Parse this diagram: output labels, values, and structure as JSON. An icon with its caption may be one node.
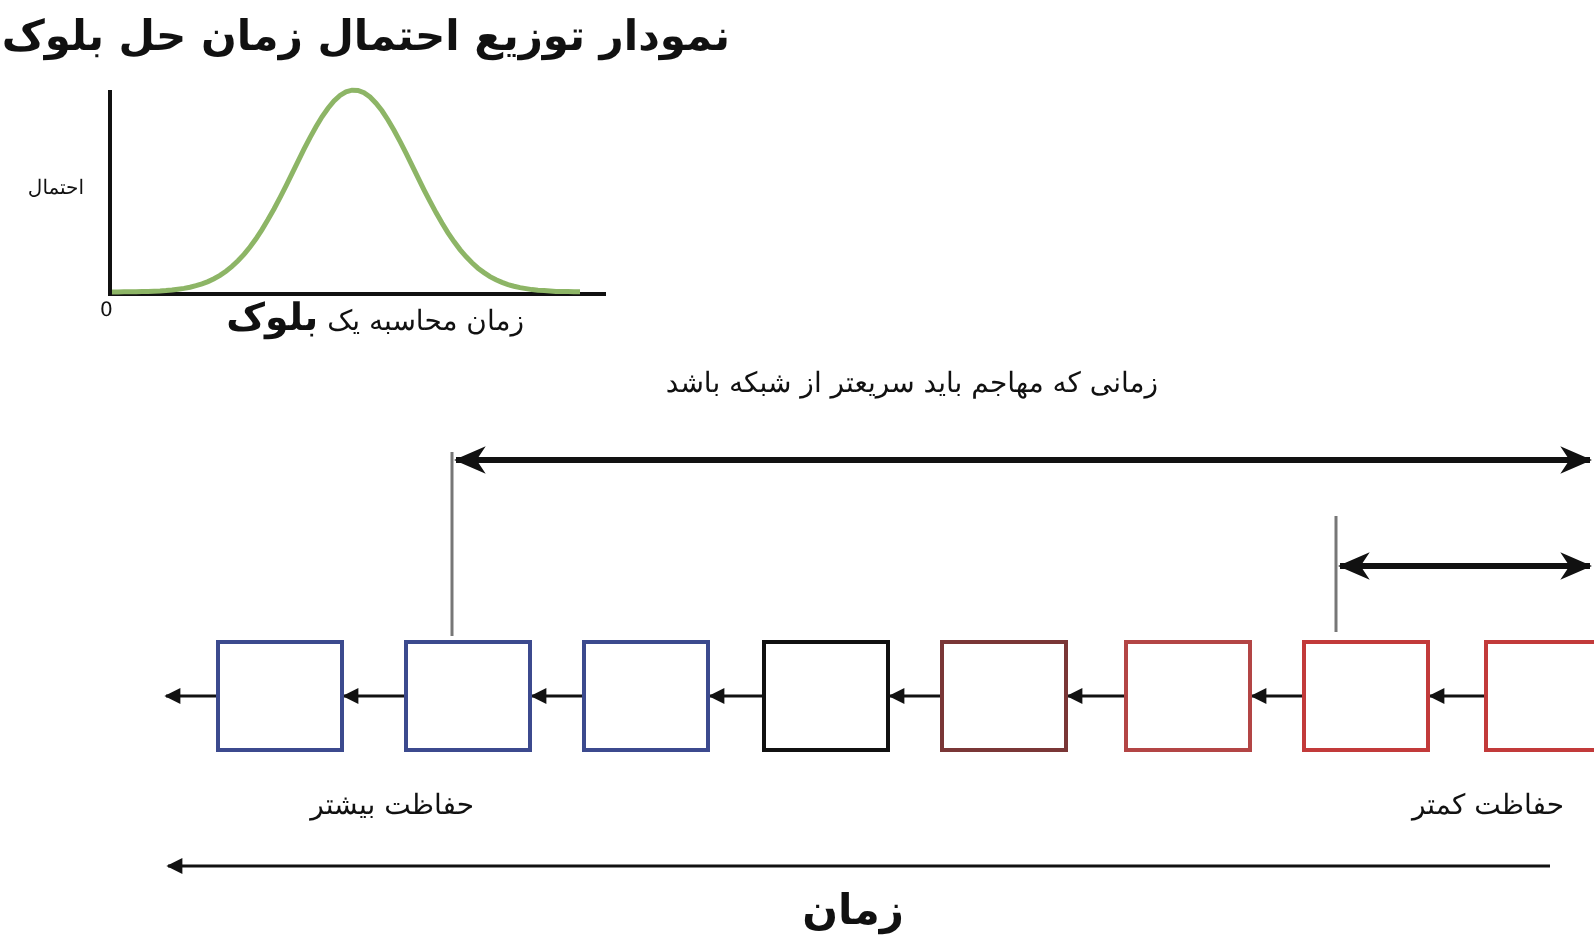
{
  "diagram": {
    "title": "نمودار توزیع احتمال زمان حل بلوک",
    "nodes": [
      {
        "text": [],
        "shape": "box"
      },
      {
        "text": [],
        "shape": "box"
      },
      {
        "text": [],
        "shape": "box"
      },
      {
        "text": [],
        "shape": "box"
      },
      {
        "text": [],
        "shape": "box"
      },
      {
        "text": [],
        "shape": "box"
      },
      {
        "text": [],
        "shape": "box"
      },
      {
        "text": [],
        "shape": "box"
      }
    ],
    "edges": [
      {
        "from": 0,
        "to": null,
        "arrow": "to"
      },
      {
        "from": 1,
        "to": 0,
        "arrow": "to"
      },
      {
        "from": 2,
        "to": 1,
        "arrow": "to"
      },
      {
        "from": 3,
        "to": 2,
        "arrow": "to"
      },
      {
        "from": 4,
        "to": 3,
        "arrow": "to"
      },
      {
        "from": 5,
        "to": 4,
        "arrow": "to"
      },
      {
        "from": 6,
        "to": 5,
        "arrow": "to"
      },
      {
        "from": 7,
        "to": 6,
        "arrow": "to"
      }
    ],
    "labels": [
      "احتمال",
      "0",
      "زمان محاسبه یک **بلوک**",
      "زمانی که مهاجم باید سریعتر از شبکه باشد",
      "حفاظت بیشتر",
      "حفاظت کمتر",
      "زمان"
    ]
  }
}
